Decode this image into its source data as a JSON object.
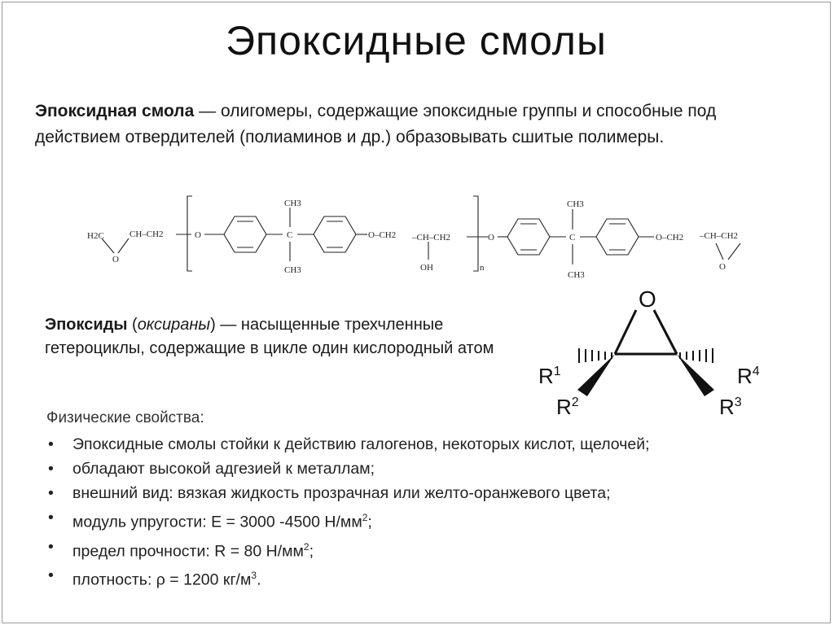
{
  "title": "Эпоксидные смолы",
  "definition": {
    "term": "Эпоксидная смола",
    "text": " — олигомеры, содержащие эпоксидные группы и способные под действием отвердителей (полиаминов и др.) образовывать сшитые полимеры."
  },
  "formula": {
    "h2c": "H2C",
    "ch_ch2": "CH–CH2",
    "o": "O",
    "ch3": "CH3",
    "c": "C",
    "o_ch2": "O–CH2",
    "ch_ch2b": "–CH–CH2",
    "oh": "OH",
    "n": "n",
    "end_ch2": "O–CH2",
    "end_ch": "–CH–CH2"
  },
  "epoxides": {
    "term": "Эпоксиды",
    "open": " (",
    "synonym": "оксираны",
    "text": ") — насыщенные трехчленные гетероциклы, содержащие в цикле один кислородный атом"
  },
  "oxirane": {
    "o": "O",
    "r1": "R",
    "r1_sup": "1",
    "r2": "R",
    "r2_sup": "2",
    "r3": "R",
    "r3_sup": "3",
    "r4": "R",
    "r4_sup": "4"
  },
  "properties": {
    "title": "Физические свойства:",
    "bullet": "•",
    "items": [
      {
        "text": "Эпоксидные смолы стойки к действию галогенов, некоторых кислот, щелочей;",
        "sup": "",
        "tail": ""
      },
      {
        "text": "обладают высокой адгезией к металлам;",
        "sup": "",
        "tail": ""
      },
      {
        "text": "внешний вид: вязкая жидкость прозрачная или желто-оранжевого цвета;",
        "sup": "",
        "tail": ""
      },
      {
        "text": "модуль упругости: E = 3000 -4500 Н/мм",
        "sup": "2",
        "tail": ";"
      },
      {
        "text": "предел прочности: R = 80 Н/мм",
        "sup": "2",
        "tail": ";"
      },
      {
        "text": "плотность: ρ = 1200 кг/м",
        "sup": "3",
        "tail": "."
      }
    ]
  }
}
